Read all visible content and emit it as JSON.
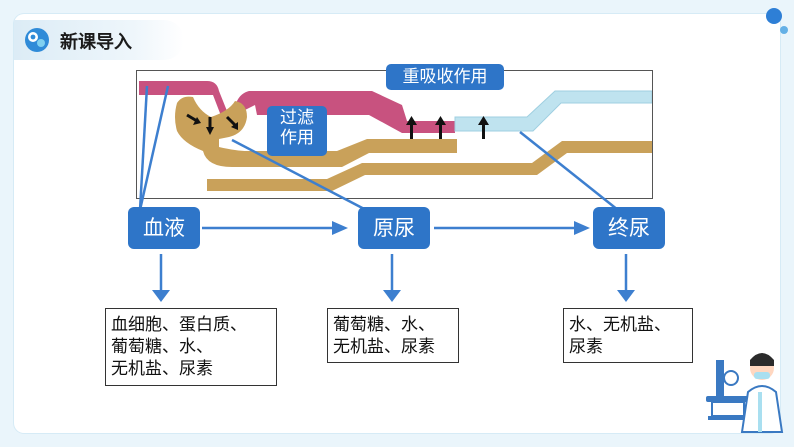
{
  "header": {
    "title": "新课导入"
  },
  "diagram": {
    "reabsorption_label": "重吸收作用",
    "filtration_label_line1": "过滤",
    "filtration_label_line2": "作用"
  },
  "flow": {
    "nodes": [
      "血液",
      "原尿",
      "终尿"
    ]
  },
  "contents": {
    "blood": "血细胞、蛋白质、\n葡萄糖、水、\n无机盐、尿素",
    "primary_urine": "葡萄糖、水、\n无机盐、尿素",
    "final_urine": "水、无机盐、\n尿素"
  },
  "colors": {
    "accent_blue": "#2e75c8",
    "blood_pink": "#c8527f",
    "tubule_tan": "#c9a15a",
    "urine_lightblue": "#bfe3ef"
  }
}
